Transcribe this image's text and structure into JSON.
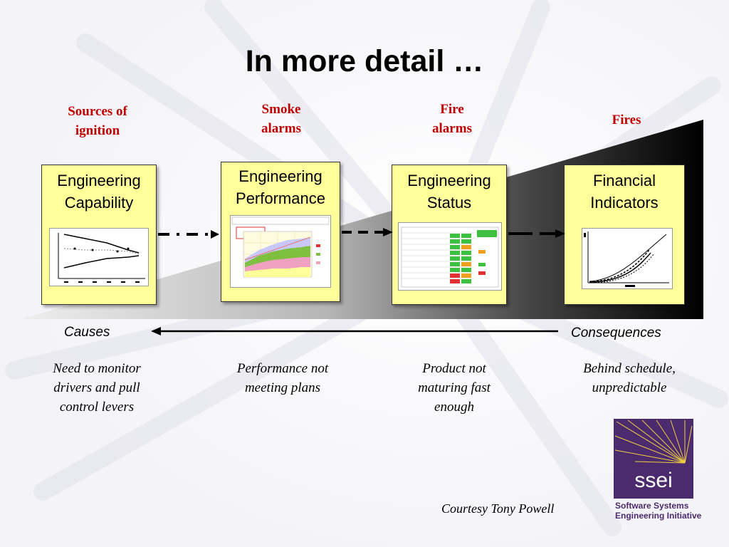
{
  "title": "In more detail …",
  "categories": [
    {
      "label": "Sources of ignition"
    },
    {
      "label": "Smoke alarms"
    },
    {
      "label": "Fire alarms"
    },
    {
      "label": "Fires"
    }
  ],
  "boxes": [
    {
      "title": "Engineering Capability"
    },
    {
      "title": "Engineering Performance"
    },
    {
      "title": "Engineering Status"
    },
    {
      "title": "Financial Indicators"
    }
  ],
  "axis": {
    "left": "Causes",
    "right": "Consequences"
  },
  "descriptions": [
    "Need to monitor drivers and pull control levers",
    "Performance not meeting plans",
    "Product not maturing fast enough",
    "Behind schedule, unpredictable"
  ],
  "credit": "Courtesy Tony Powell",
  "logo": {
    "mark": "ssei",
    "line1": "Software Systems",
    "line2": "Engineering Initiative"
  },
  "colors": {
    "accent_red": "#c00000",
    "box_fill": "#ffff99",
    "logo_purple": "#4b2a6e"
  }
}
